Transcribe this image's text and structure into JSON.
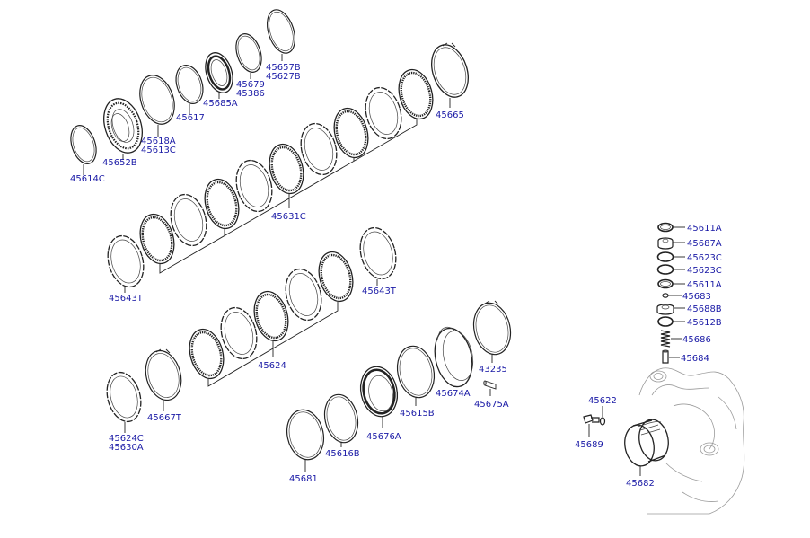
{
  "labels": {
    "l45657b": "45657B",
    "l45627b": "45627B",
    "l45679": "45679",
    "l45386": "45386",
    "l45685a": "45685A",
    "l45617": "45617",
    "l45618a": "45618A",
    "l45613c": "45613C",
    "l45652b": "45652B",
    "l45614c": "45614C",
    "l45665": "45665",
    "l45631c": "45631C",
    "l45643t_left": "45643T",
    "l45643t_right": "45643T",
    "l45624": "45624",
    "l45624c": "45624C",
    "l45630a": "45630A",
    "l45667t": "45667T",
    "l45681": "45681",
    "l45616b": "45616B",
    "l45676a": "45676A",
    "l45615b": "45615B",
    "l45674a": "45674A",
    "l43235": "43235",
    "l45675a": "45675A",
    "l45611a_top": "45611A",
    "l45687a": "45687A",
    "l45623c_1": "45623C",
    "l45623c_2": "45623C",
    "l45611a_2": "45611A",
    "l45683": "45683",
    "l45688b": "45688B",
    "l45612b": "45612B",
    "l45686": "45686",
    "l45684": "45684",
    "l45622": "45622",
    "l45689": "45689",
    "l45682": "45682"
  },
  "colors": {
    "label": "#1a1aa6",
    "line": "#222222",
    "background": "#ffffff"
  }
}
